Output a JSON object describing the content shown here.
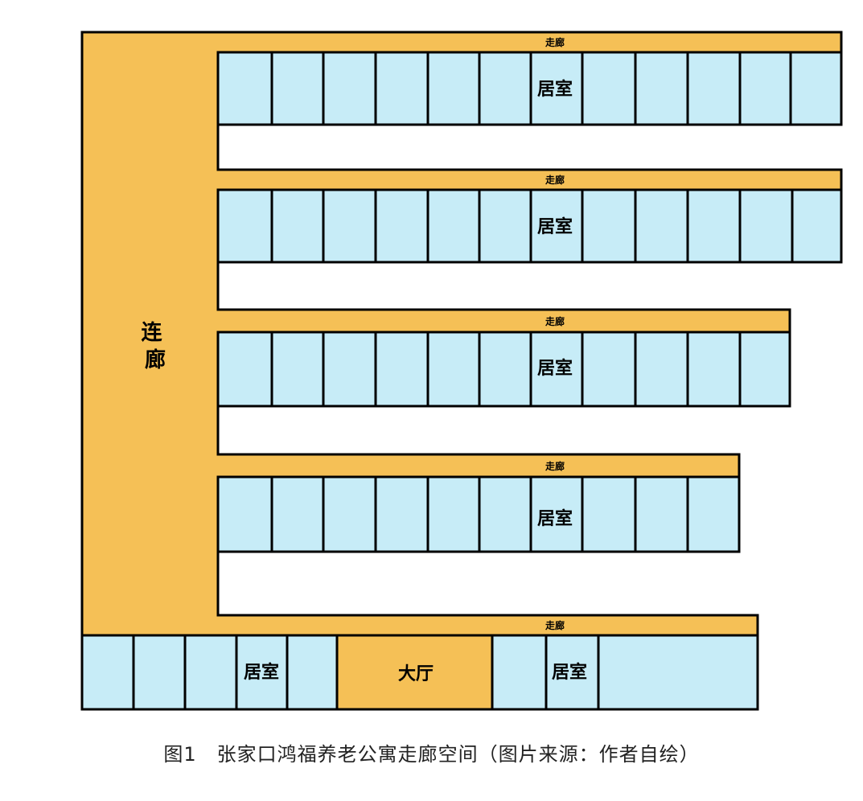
{
  "labels": {
    "corridor": "走廊",
    "room": "居室",
    "connector": "连廊",
    "hall": "大厅"
  },
  "caption": "图1　张家口鸿福养老公寓走廊空间（图片来源：作者自绘）",
  "colors": {
    "corridor": "#f5c056",
    "room": "#c7ecf7",
    "outline": "#000000"
  }
}
